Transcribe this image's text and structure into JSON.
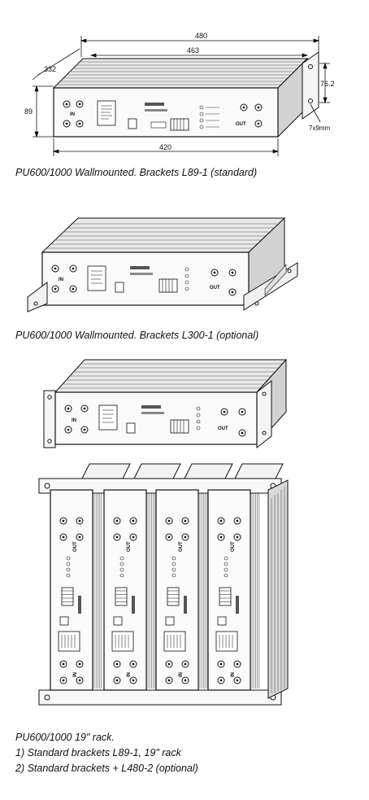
{
  "figure1": {
    "dimensions": {
      "width_overall": "480",
      "width_inner": "463",
      "depth": "332",
      "height": "89",
      "bracket_height": "76.2",
      "slot": "7x9mm",
      "base_width": "420"
    },
    "panel_labels": {
      "in": "IN",
      "out": "OUT"
    },
    "caption": "PU600/1000 Wallmounted. Brackets L89-1 (standard)"
  },
  "figure2": {
    "panel_labels": {
      "in": "IN",
      "out": "OUT"
    },
    "caption": "PU600/1000 Wallmounted. Brackets L300-1 (optional)"
  },
  "figure3": {
    "panel_labels": {
      "in": "IN",
      "out": "OUT"
    }
  },
  "figure4": {
    "panel_labels": {
      "out": "OUT",
      "in": "IN"
    },
    "caption_lines": [
      "PU600/1000 19\" rack.",
      "1) Standard brackets L89-1, 19\" rack",
      "2) Standard brackets + L480-2 (optional)"
    ]
  }
}
